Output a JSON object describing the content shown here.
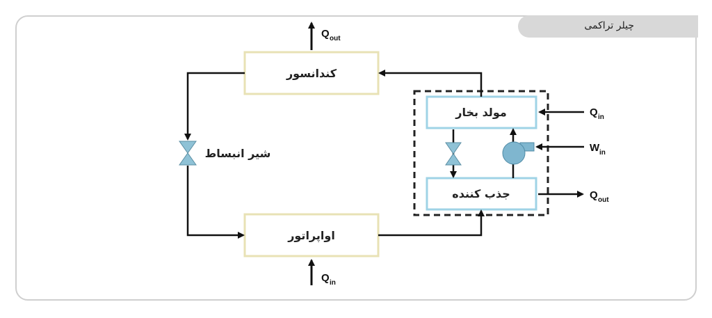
{
  "header": {
    "tag_label": "چیلر تراکمی"
  },
  "diagram": {
    "condenser": "کندانسور",
    "evaporator": "اواپراتور",
    "expansion_valve": "شیر انبساط",
    "generator": "مولد بخار",
    "absorber": "جذب کننده",
    "q_out_top": {
      "main": "Q",
      "sub": "out"
    },
    "q_in_bottom": {
      "main": "Q",
      "sub": "in"
    },
    "q_in_right": {
      "main": "Q",
      "sub": "in"
    },
    "w_in_right": {
      "main": "W",
      "sub": "in"
    },
    "q_out_right": {
      "main": "Q",
      "sub": "out"
    }
  },
  "colors": {
    "condenser_border": "#e8e2b5",
    "generator_border": "#9fd3e6",
    "valve_fill": "#8fc2d6",
    "pump_fill": "#7fb6cf"
  }
}
